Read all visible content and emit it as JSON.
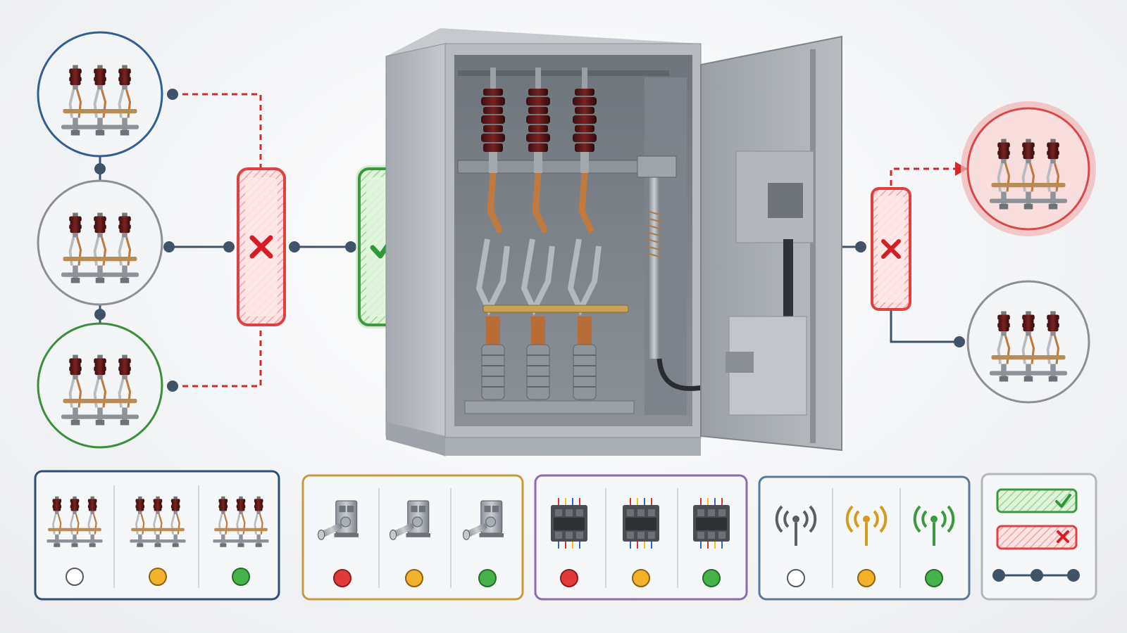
{
  "colors": {
    "neutral_ring": "#8c8f94",
    "blue_ring": "#2f5f95",
    "green_ring": "#3a8f3a",
    "red_ring": "#d94848",
    "connector_dark": "#3f5468",
    "connector_red": "#d02a2a",
    "cross_red": "#d21f26",
    "check_green": "#2f9a35",
    "panel_blue": "#2c4e77",
    "panel_amber": "#c79a3d",
    "panel_purple": "#8d6ab4",
    "panel_slate": "#5a7898",
    "panel_gray": "#b4b6ba",
    "dot_white": "#ffffff",
    "dot_amber": "#f4b12c",
    "dot_green": "#46b24a",
    "dot_red": "#e2393b"
  },
  "left_nodes": [
    {
      "id": "blue",
      "icon": "three-phase-disconnector-icon",
      "ring": "blue_ring",
      "connection": "dashed-red"
    },
    {
      "id": "neutral",
      "icon": "three-phase-disconnector-icon",
      "ring": "neutral_ring",
      "connection": "solid-dark"
    },
    {
      "id": "green",
      "icon": "three-phase-disconnector-icon",
      "ring": "green_ring",
      "connection": "dashed-red"
    }
  ],
  "gates": [
    {
      "id": "left-fail-gate",
      "state": "fail",
      "icon": "cross-icon"
    },
    {
      "id": "pass-gate",
      "state": "pass",
      "icon": "check-icon"
    },
    {
      "id": "right-fail-gate",
      "state": "fail",
      "icon": "cross-icon"
    }
  ],
  "center": {
    "icon": "switchgear-cabinet-icon",
    "door": "open"
  },
  "right_nodes": [
    {
      "id": "red-top",
      "icon": "three-phase-disconnector-icon",
      "ring": "red_ring",
      "connection": "dashed-red-arrow"
    },
    {
      "id": "neutral-bottom",
      "icon": "three-phase-disconnector-icon",
      "ring": "neutral_ring",
      "connection": "solid-dark"
    }
  ],
  "legend_panels": [
    {
      "id": "disconnector-states",
      "border": "panel_blue",
      "icon": "disconnector-icon",
      "states": [
        "dot_white",
        "dot_amber",
        "dot_green"
      ]
    },
    {
      "id": "mechanism-states",
      "border": "panel_amber",
      "icon": "operating-mechanism-icon",
      "states": [
        "dot_red",
        "dot_amber",
        "dot_green"
      ]
    },
    {
      "id": "terminal-block-states",
      "border": "panel_purple",
      "icon": "terminal-block-icon",
      "states": [
        "dot_red",
        "dot_amber",
        "dot_green"
      ]
    },
    {
      "id": "signal-states",
      "border": "panel_slate",
      "icon": "signal-antenna-icon",
      "states": [
        "dot_white",
        "dot_amber",
        "dot_green"
      ],
      "icon_colors": [
        "#5b5f64",
        "#d79a1e",
        "#3a9a3e"
      ]
    },
    {
      "id": "key-panel",
      "border": "panel_gray",
      "items": [
        "pass-bar-icon",
        "fail-bar-icon",
        "connection-chain-icon"
      ]
    }
  ]
}
